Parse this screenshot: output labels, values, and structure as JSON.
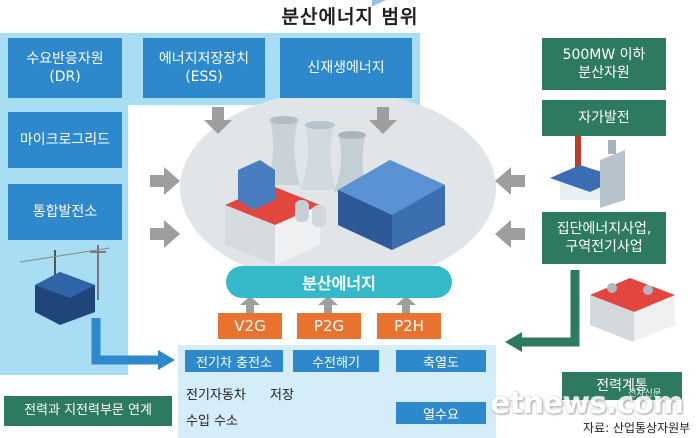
{
  "title": "분산에너지 범위",
  "left_panel": {
    "items": [
      "수요반응자원\n(DR)",
      "마이크로그리드",
      "통합발전소"
    ]
  },
  "top_panel": {
    "items": [
      "에너지저장장치\n(ESS)",
      "신재생에너지"
    ]
  },
  "right_panel": {
    "items": [
      "500MW 이하\n분산자원",
      "자가발전",
      "집단에너지사업,\n구역전기사업",
      "전력계통"
    ]
  },
  "center": {
    "label": "분산에너지",
    "conversions": [
      "V2G",
      "P2G",
      "P2H"
    ]
  },
  "bottom_panel": {
    "boxes": [
      "전기차 충전소",
      "수전해기",
      "축열도",
      "열수요"
    ],
    "texts": [
      "전기자동차",
      "저장",
      "수입 수소"
    ]
  },
  "link_label": "전력과 지전력부문 연계",
  "watermark": "etnews.com",
  "watermark_small": "전자신문",
  "source": "자료: 산업통상자원부",
  "colors": {
    "blue": "#2d89cc",
    "light_blue": "#a9ddf4",
    "green": "#2e7a5f",
    "orange": "#e9722e",
    "teal": "#35b9c9",
    "arrow_gray": "#9e9e9e"
  }
}
